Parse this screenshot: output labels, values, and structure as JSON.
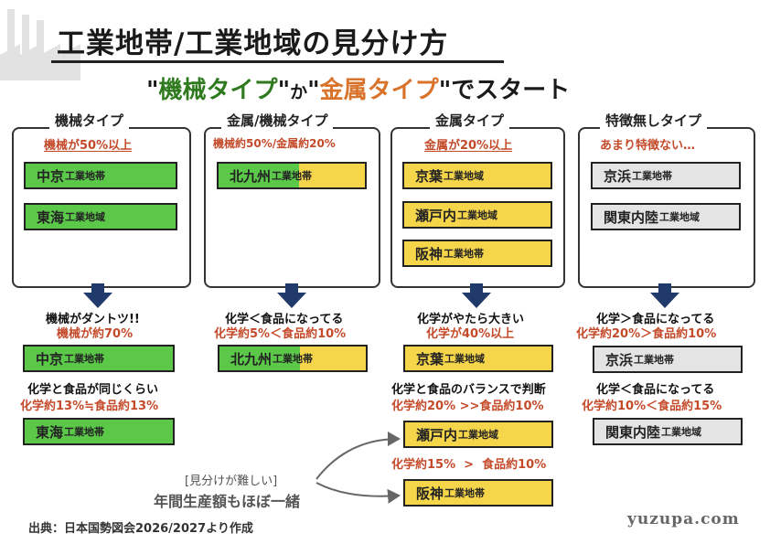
{
  "title": "工業地帯/工業地域の見分け方",
  "subtitle": {
    "q1": "\"",
    "part1": "機械タイプ",
    "q2": "\"",
    "mid": "か",
    "q3": "\"",
    "part2": "金属タイプ",
    "q4": "\"",
    "end": "でスタート"
  },
  "columns": [
    {
      "heading": "機械タイプ",
      "criterion": "機械が50%以上",
      "chips": [
        {
          "name": "中京",
          "suffix": "工業地帯",
          "color": "green"
        },
        {
          "name": "東海",
          "suffix": "工業地域",
          "color": "green"
        }
      ]
    },
    {
      "heading": "金属/機械タイプ",
      "criterion": "機械約50%/金属約20%",
      "chips": [
        {
          "name": "北九州",
          "suffix": "工業地帯",
          "color": "split"
        }
      ]
    },
    {
      "heading": "金属タイプ",
      "criterion": "金属が20%以上",
      "chips": [
        {
          "name": "京葉",
          "suffix": "工業地域",
          "color": "yellow"
        },
        {
          "name": "瀬戸内",
          "suffix": "工業地域",
          "color": "yellow"
        },
        {
          "name": "阪神",
          "suffix": "工業地帯",
          "color": "yellow"
        }
      ]
    },
    {
      "heading": "特徴無しタイプ",
      "criterion": "あまり特徴ない…",
      "chips": [
        {
          "name": "京浜",
          "suffix": "工業地帯",
          "color": "gray"
        },
        {
          "name": "関東内陸",
          "suffix": "工業地域",
          "color": "gray"
        }
      ]
    }
  ],
  "results": {
    "col1": {
      "rule1": "機械がダントツ!!",
      "value1": "機械が約70%",
      "chip1": {
        "name": "中京",
        "suffix": "工業地帯"
      },
      "rule2": "化学と食品が同じくらい",
      "value2": "化学約13%≒食品約13%",
      "chip2": {
        "name": "東海",
        "suffix": "工業地帯"
      }
    },
    "col2": {
      "rule1": "化学＜食品になってる",
      "value1": "化学約5%＜食品約10%",
      "chip1": {
        "name": "北九州",
        "suffix": "工業地帯"
      }
    },
    "col3": {
      "rule1": "化学がやたら大きい",
      "value1": "化学が40%以上",
      "chip1": {
        "name": "京葉",
        "suffix": "工業地域"
      },
      "rule2": "化学と食品のバランスで判断",
      "value2": "化学約20% >>食品約10%",
      "chip2": {
        "name": "瀬戸内",
        "suffix": "工業地域"
      },
      "value3": "化学約15%  >  食品約10%",
      "chip3": {
        "name": "阪神",
        "suffix": "工業地帯"
      }
    },
    "col4": {
      "rule1": "化学＞食品になってる",
      "value1": "化学約20%＞食品約10%",
      "chip1": {
        "name": "京浜",
        "suffix": "工業地帯"
      },
      "rule2": "化学＜食品になってる",
      "value2": "化学約10%＜食品約15%",
      "chip2": {
        "name": "関東内陸",
        "suffix": "工業地域"
      }
    }
  },
  "note": {
    "line1": "[見分けが難しい]",
    "line2": "年間生産額もほぼ一緒"
  },
  "source": "出典：日本国勢図会2026/2027より作成",
  "brand": "yuzupa.com",
  "colors": {
    "green": "#5cc84a",
    "yellow": "#f5d54a",
    "gray": "#e4e4e4",
    "accent_red": "#c44a2a",
    "navy_arrow": "#1f3a6b"
  }
}
